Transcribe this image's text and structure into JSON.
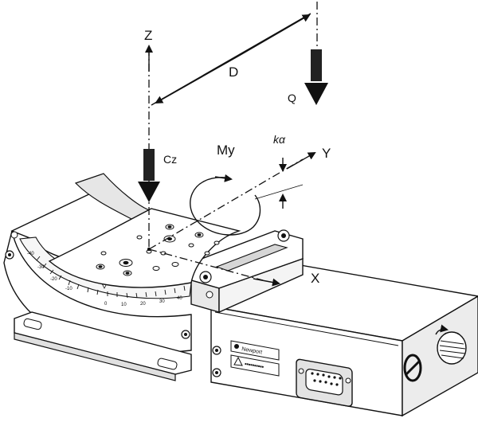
{
  "diagram": {
    "labels": {
      "z_axis": "Z",
      "y_axis": "Y",
      "x_axis": "X",
      "distance": "D",
      "load": "Q",
      "centered_load": "Cz",
      "moment": "My",
      "stiffness": "kα"
    },
    "device_labels": {
      "brand_plate": "Newport",
      "warning_plate": "■■■■■■■■■■"
    },
    "scale_ticks": [
      "-40",
      "-30",
      "-20",
      "-10",
      "0",
      "10",
      "20",
      "30",
      "40"
    ],
    "colors": {
      "ink": "#111111",
      "background": "#ffffff",
      "shade": "#d6d6d6",
      "dark": "#2a2a2a"
    }
  }
}
